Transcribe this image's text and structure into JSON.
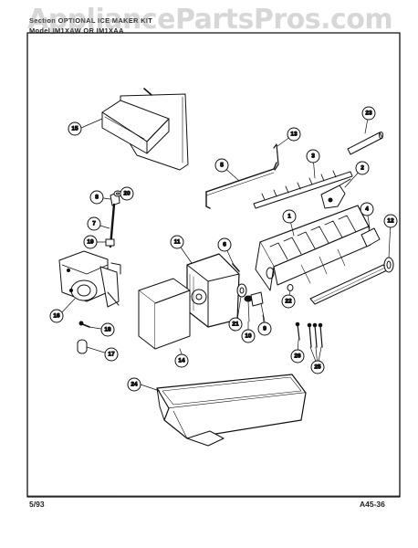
{
  "header": {
    "line1_prefix": "Section",
    "line1": "OPTIONAL ICE MAKER KIT",
    "line2_prefix": "Model",
    "line2": "IM1XAW  OR IM1XAA"
  },
  "watermark": "AppliancePartsPros.com",
  "footer": {
    "left": "5/93",
    "right": "A45-36"
  },
  "colors": {
    "ink": "#111111",
    "watermark": "#9a9a9a",
    "paper": "#ffffff"
  },
  "callouts": [
    {
      "id": "c1",
      "label": "1"
    },
    {
      "id": "c2",
      "label": "2"
    },
    {
      "id": "c3",
      "label": "3"
    },
    {
      "id": "c4",
      "label": "4"
    },
    {
      "id": "c5",
      "label": "5"
    },
    {
      "id": "c6",
      "label": "6"
    },
    {
      "id": "c7",
      "label": "7"
    },
    {
      "id": "c8",
      "label": "8"
    },
    {
      "id": "c9",
      "label": "9"
    },
    {
      "id": "c10",
      "label": "10"
    },
    {
      "id": "c11",
      "label": "11"
    },
    {
      "id": "c12",
      "label": "12"
    },
    {
      "id": "c13",
      "label": "13"
    },
    {
      "id": "c14",
      "label": "14"
    },
    {
      "id": "c15",
      "label": "15"
    },
    {
      "id": "c16",
      "label": "16"
    },
    {
      "id": "c17",
      "label": "17"
    },
    {
      "id": "c18",
      "label": "18"
    },
    {
      "id": "c19",
      "label": "19"
    },
    {
      "id": "c20",
      "label": "20"
    },
    {
      "id": "c21",
      "label": "21"
    },
    {
      "id": "c22",
      "label": "22"
    },
    {
      "id": "c23",
      "label": "23"
    },
    {
      "id": "c24",
      "label": "24"
    },
    {
      "id": "c25",
      "label": "25"
    },
    {
      "id": "c26",
      "label": "26"
    }
  ]
}
